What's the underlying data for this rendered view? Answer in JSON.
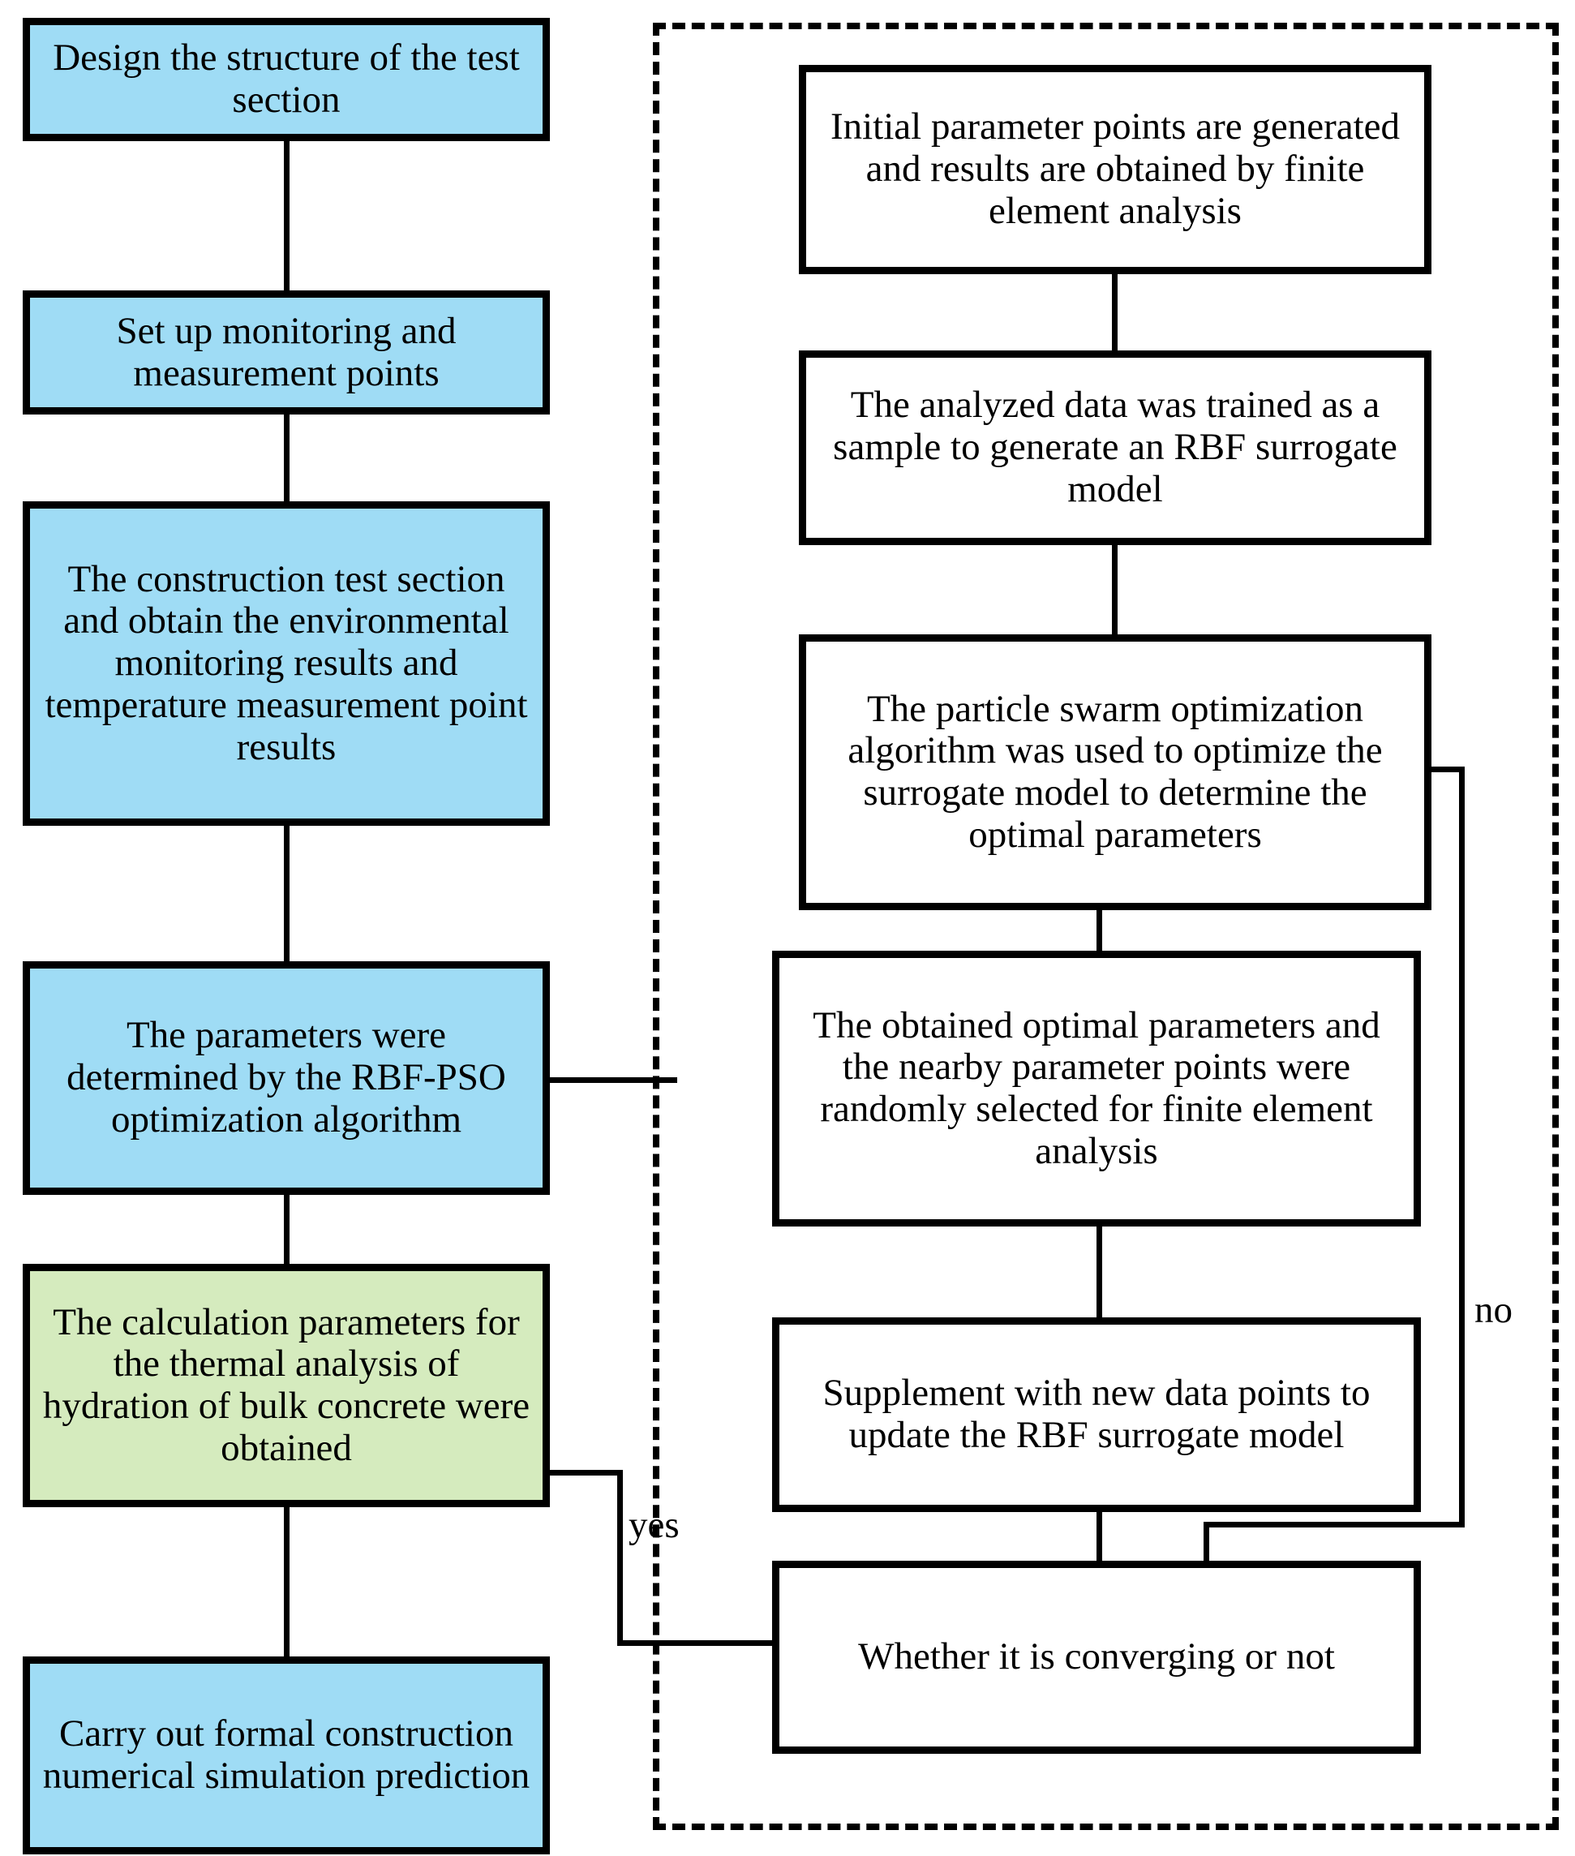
{
  "diagram": {
    "title": "RBF-PSO parameter determination and construction simulation flowchart",
    "colors": {
      "blue_fill": "#9FDCF5",
      "green_fill": "#D5EBBE",
      "white_fill": "#FFFFFF",
      "stroke": "#000000"
    },
    "left_column": {
      "nodes": [
        {
          "id": "design-structure",
          "label": "Design the structure of the test section"
        },
        {
          "id": "setup-monitoring",
          "label": "Set up monitoring and measurement points"
        },
        {
          "id": "construction-test",
          "label": "The construction test section and obtain the environmental monitoring results and temperature measurement point results"
        },
        {
          "id": "parameters-rbf-pso",
          "label": "The parameters were determined by the RBF-PSO optimization algorithm"
        },
        {
          "id": "calculation-parameters",
          "label": "The calculation parameters for the thermal analysis of hydration of bulk concrete were obtained"
        },
        {
          "id": "formal-construction",
          "label": "Carry out formal construction numerical simulation prediction"
        }
      ]
    },
    "right_column": {
      "nodes": [
        {
          "id": "initial-points",
          "label": "Initial parameter points are generated and results are obtained by finite element analysis"
        },
        {
          "id": "train-surrogate",
          "label": "The analyzed data was trained as a sample to generate an RBF surrogate model"
        },
        {
          "id": "pso-optimize",
          "label": "The particle swarm optimization algorithm was used to optimize the surrogate model to determine the optimal parameters"
        },
        {
          "id": "optimal-nearby-fea",
          "label": "The obtained optimal parameters and the nearby parameter points were randomly selected for finite element analysis"
        },
        {
          "id": "supplement-update",
          "label": "Supplement with new data points to update the RBF surrogate model"
        },
        {
          "id": "convergence-check",
          "label": "Whether it is converging or not"
        }
      ]
    },
    "edge_labels": {
      "yes": "yes",
      "no": "no"
    }
  }
}
